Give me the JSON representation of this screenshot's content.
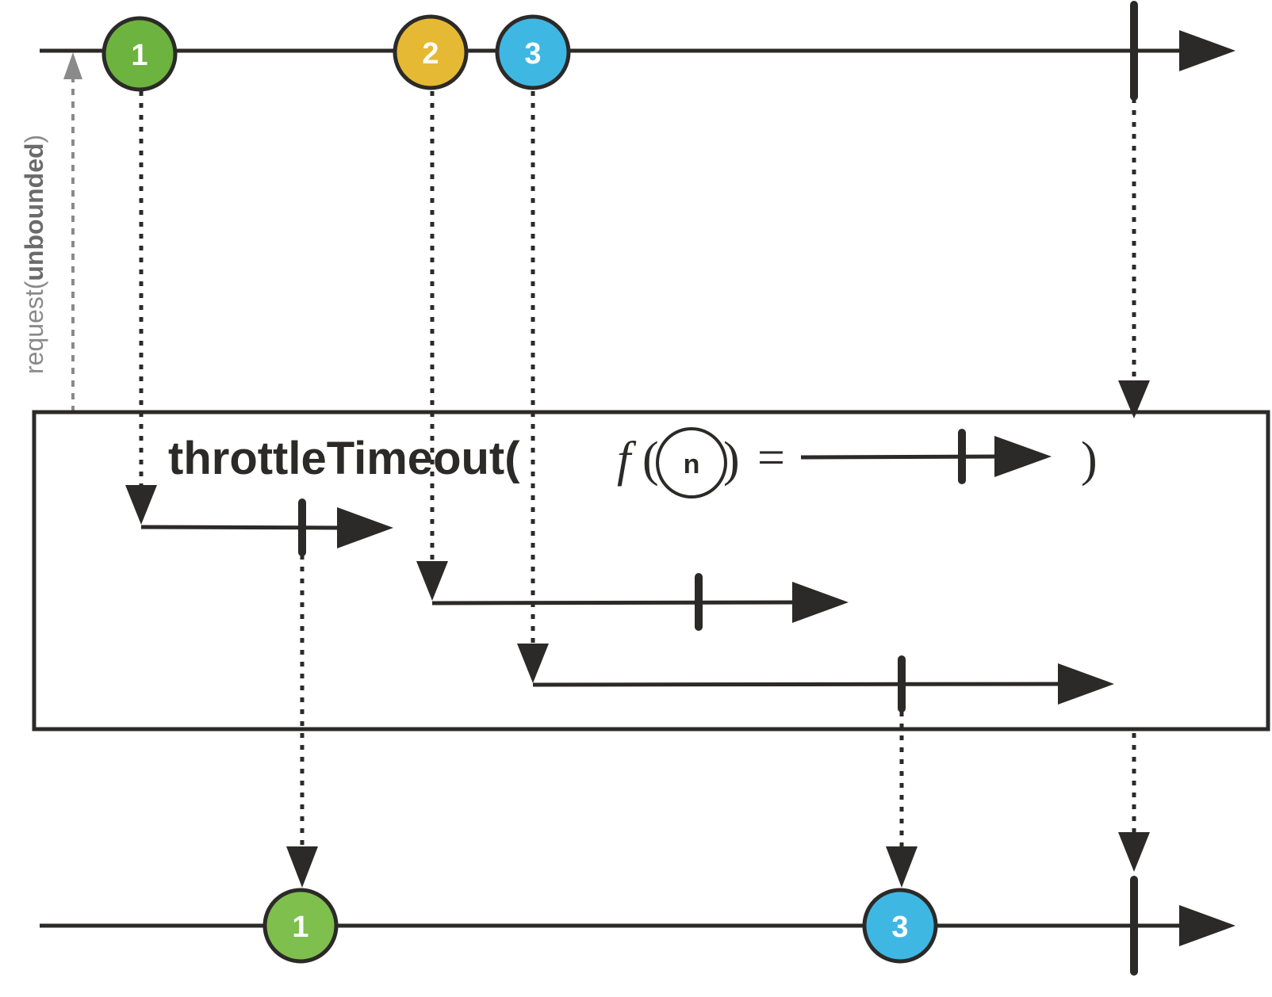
{
  "colors": {
    "line": "#2b2a28",
    "request": "#8a8a8a",
    "green": "#6db33f",
    "green_out": "#7fbf4d",
    "yellow": "#e6b934",
    "blue": "#3fb7e3"
  },
  "source": {
    "marbles": [
      {
        "label": "1",
        "color": "green"
      },
      {
        "label": "2",
        "color": "yellow"
      },
      {
        "label": "3",
        "color": "blue"
      }
    ]
  },
  "operator": {
    "name": "throttleTimeout(",
    "f": "f",
    "paren_open": "(",
    "n": "n",
    "paren_close": ")",
    "equals": "=",
    "close": ")"
  },
  "request": {
    "prefix": "request(",
    "value": "unbounded",
    "suffix": ")"
  },
  "result": {
    "marbles": [
      {
        "label": "1",
        "color": "green_out"
      },
      {
        "label": "3",
        "color": "blue"
      }
    ]
  }
}
